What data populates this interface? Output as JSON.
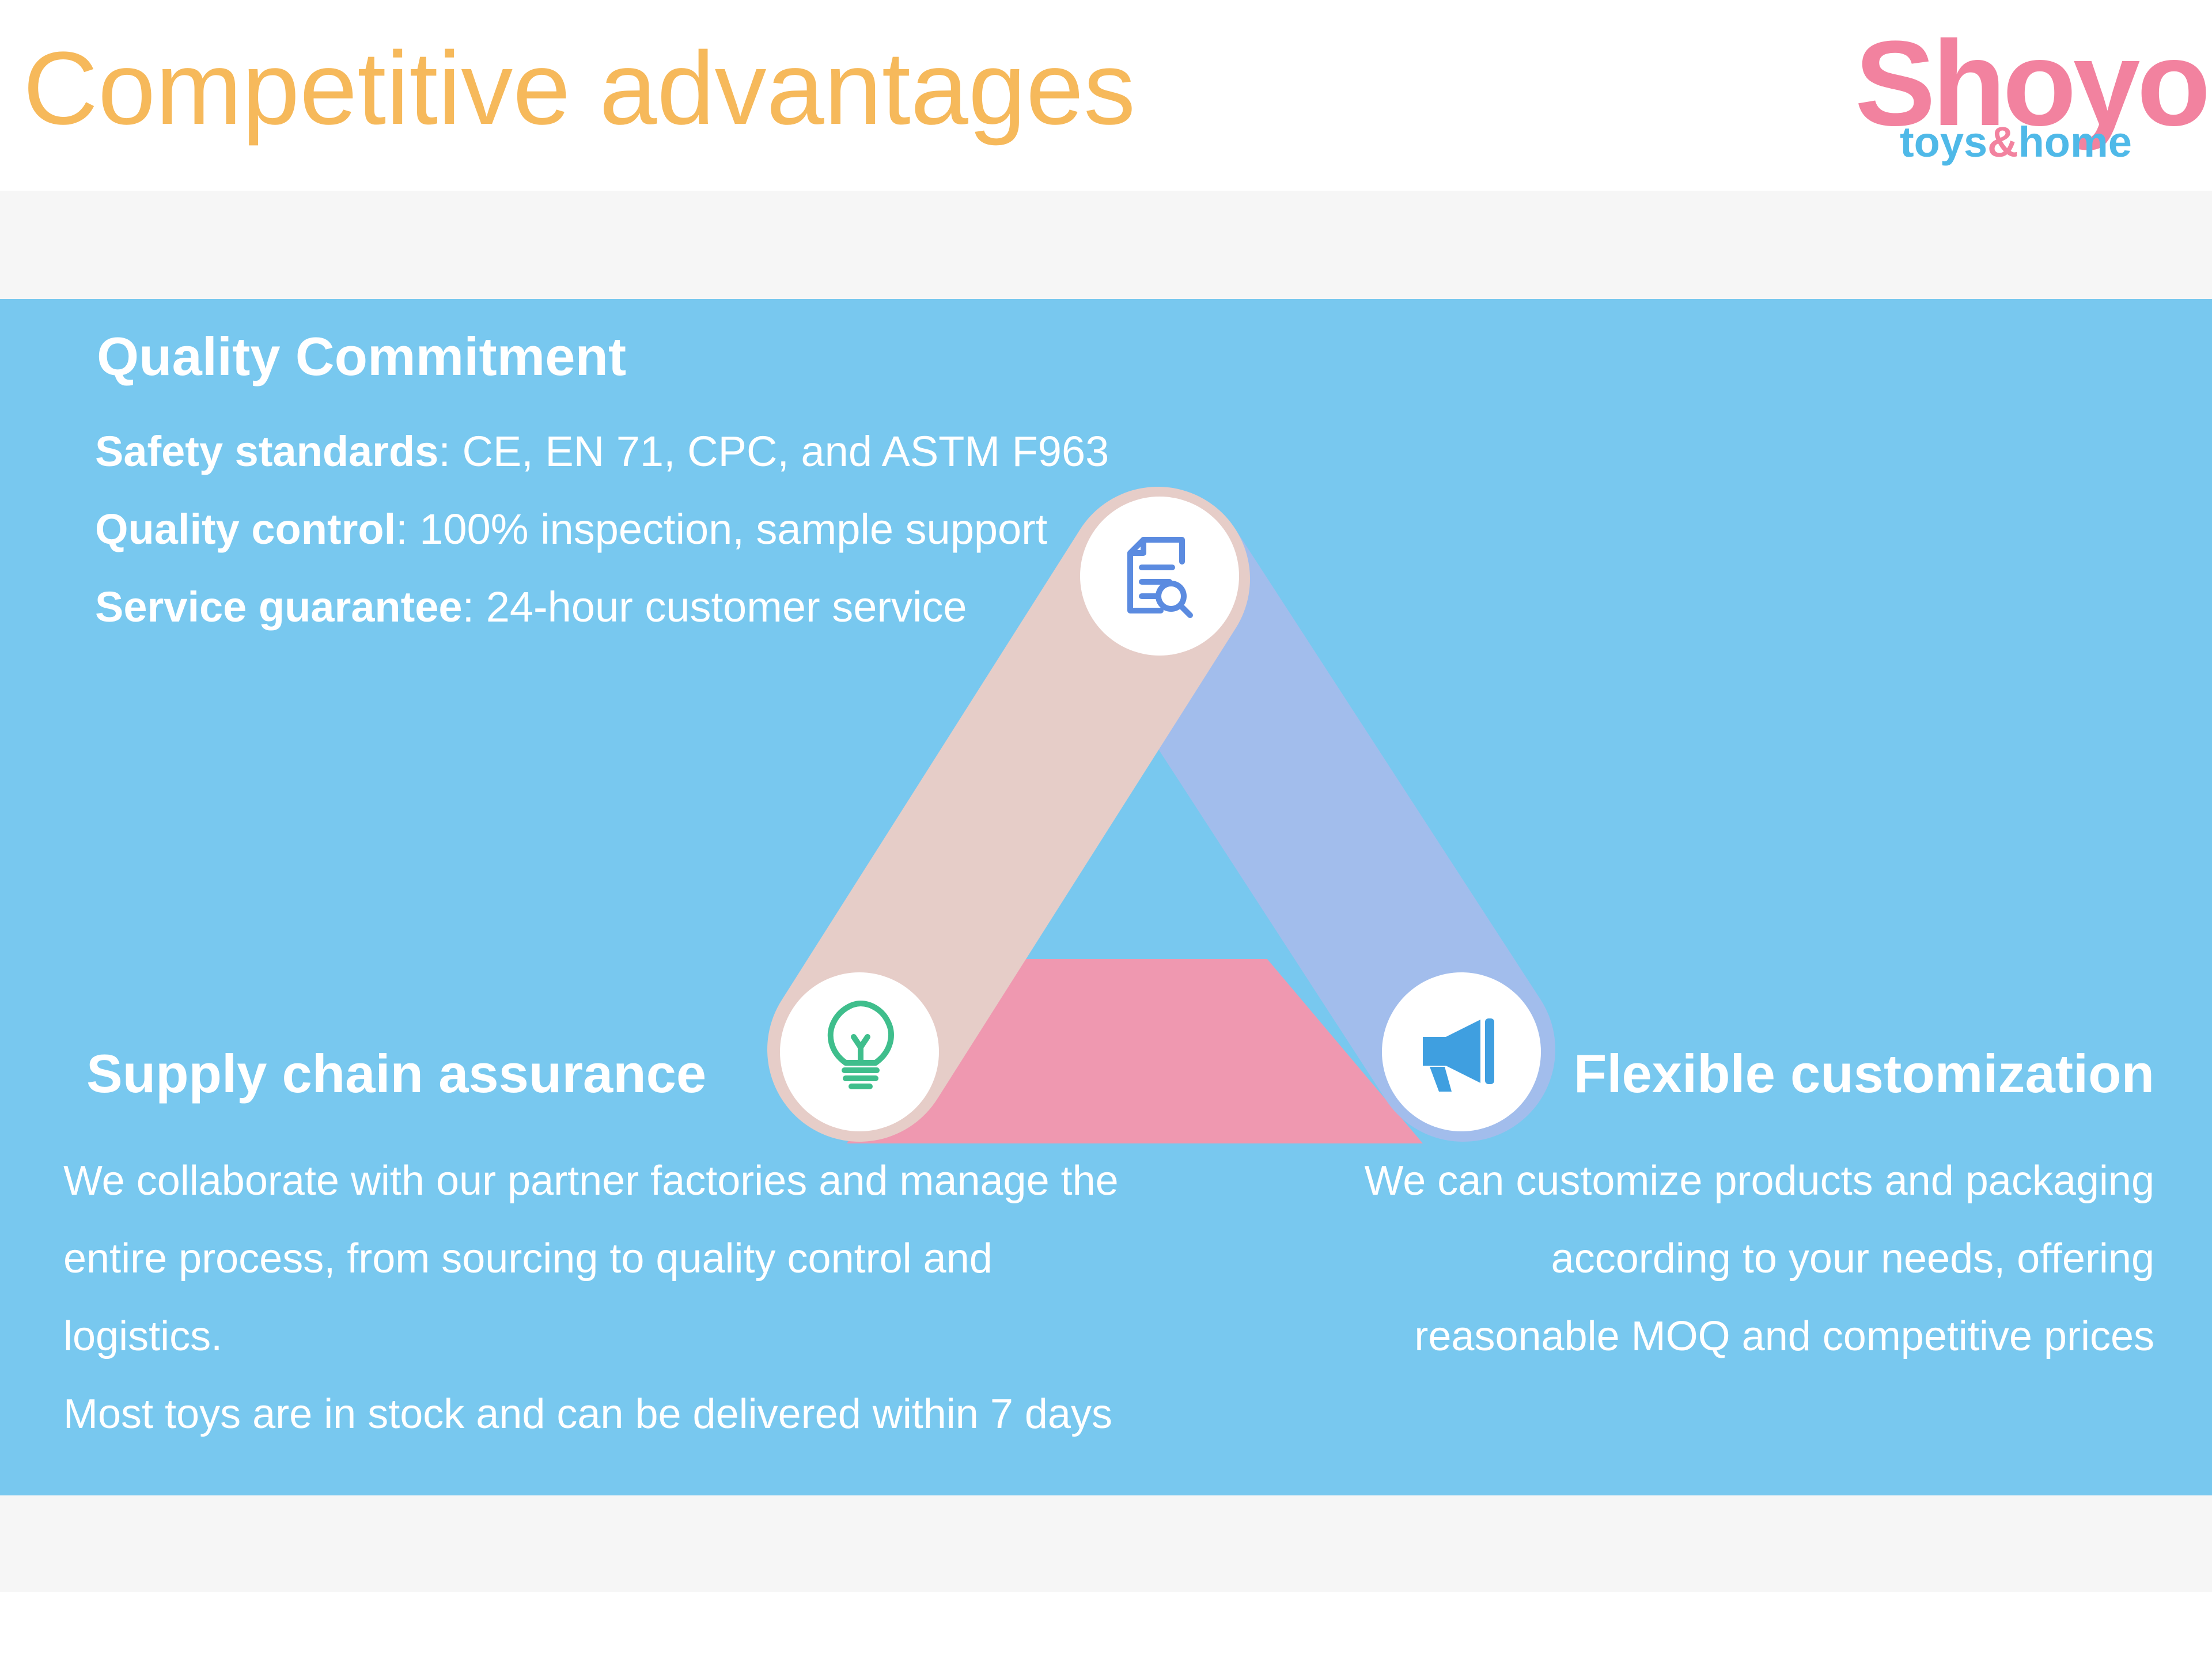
{
  "header": {
    "title": "Competitive advantages",
    "logo": {
      "main": "Shoyo",
      "sub_left": "toys",
      "sub_amp": "&",
      "sub_right": "home"
    }
  },
  "quality": {
    "heading": "Quality Commitment",
    "lines": [
      {
        "label": "Safety standards",
        "text": ": CE, EN 71, CPC, and ASTM F963"
      },
      {
        "label": "Quality control",
        "text": ": 100% inspection, sample support"
      },
      {
        "label": "Service guarantee",
        "text": ": 24-hour customer service"
      }
    ]
  },
  "supply": {
    "heading": "Supply chain assurance",
    "lines": [
      "We collaborate with our partner factories and manage the",
      "entire process, from sourcing to quality control and",
      "logistics.",
      "Most toys are in stock and can be delivered within 7 days"
    ]
  },
  "custom": {
    "heading": "Flexible customization",
    "lines": [
      "We can customize products and packaging",
      "according to your needs, offering",
      "reasonable MOQ and competitive prices"
    ]
  },
  "icons": {
    "top": "document-search-icon",
    "left": "lightbulb-icon",
    "right": "megaphone-icon"
  },
  "colors": {
    "title": "#f6b95b",
    "panel": "#78c8ef",
    "band": "#f6f6f6",
    "band_beige": "#e6cdc8",
    "band_blue": "#a2bdec",
    "band_pink": "#ef98b0",
    "icon_blue": "#5b8be0",
    "icon_green": "#3fbe8c",
    "icon_megaphone": "#3f9fe0",
    "logo_pink": "#f2829f",
    "logo_blue": "#4fb9e8"
  }
}
